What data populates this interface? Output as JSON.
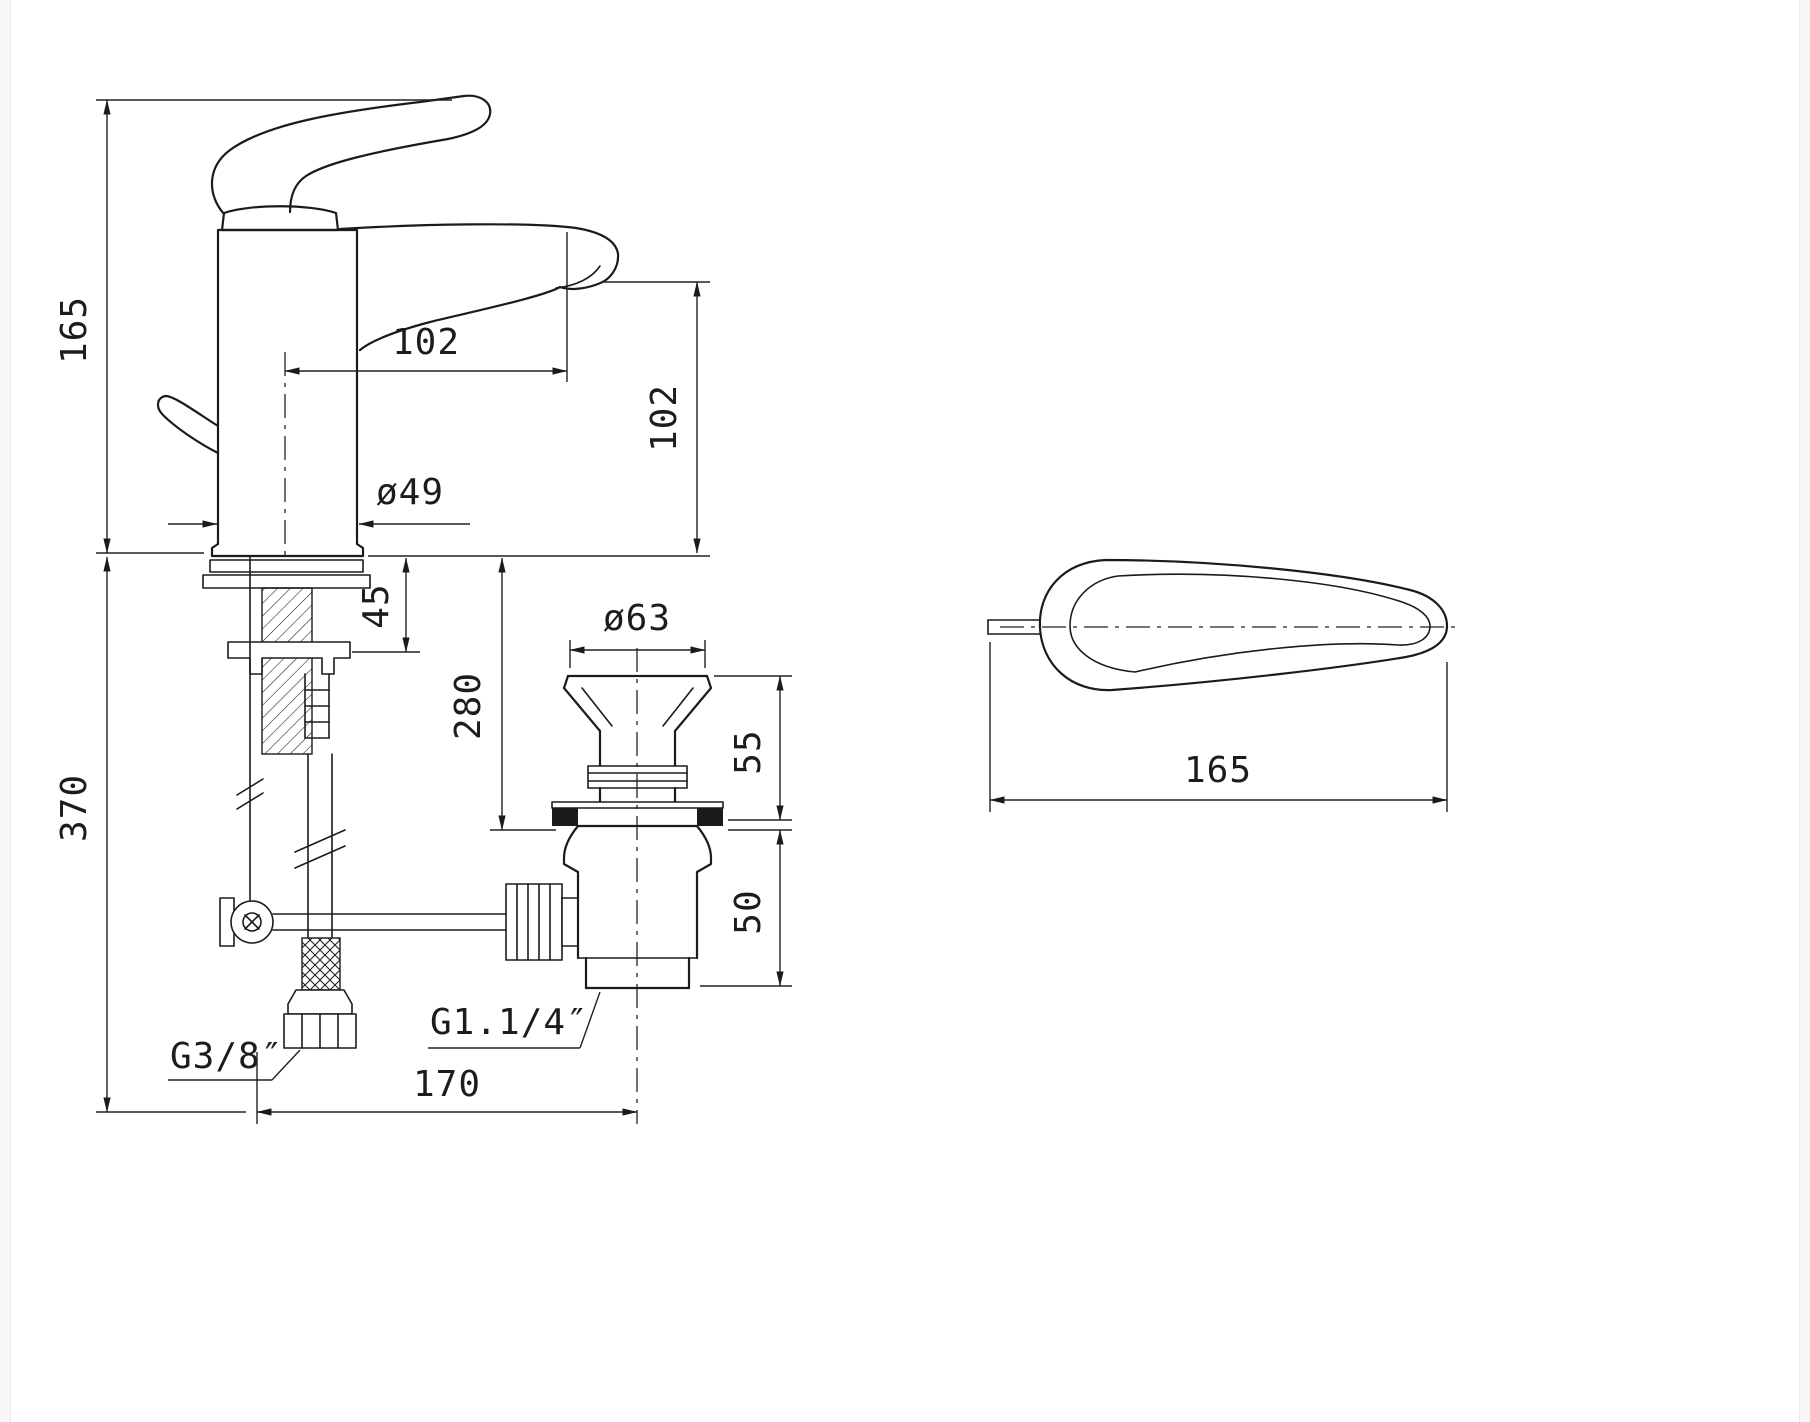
{
  "drawing": {
    "background": "#ffffff",
    "line_color": "#1b1b1b",
    "front_view": {
      "height_above_deck": "165",
      "depth_below_deck": "370",
      "spout_reach": "102",
      "spout_height": "102",
      "base_diameter": "ø49",
      "deck_thickness": "45",
      "rod_length": "280",
      "waste_flange_diameter": "ø63",
      "waste_upper_height": "55",
      "waste_lower_height": "50",
      "supply_thread": "G3/8″",
      "waste_thread": "G1.1/4″",
      "drain_offset": "170"
    },
    "top_view": {
      "handle_length": "165"
    }
  }
}
